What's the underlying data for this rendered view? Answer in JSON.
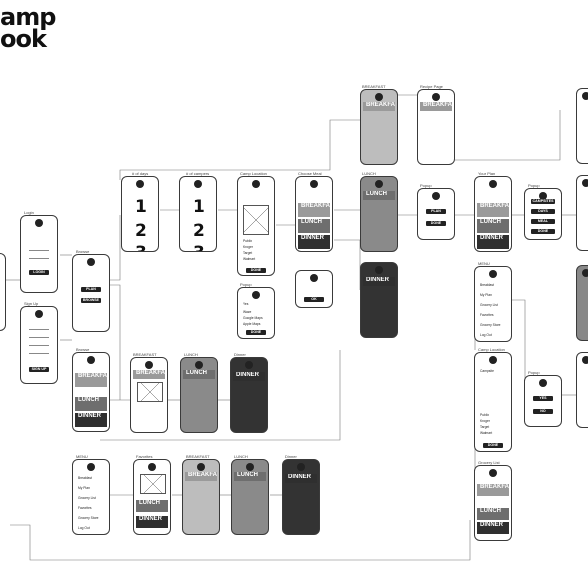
{
  "logo": {
    "line1": "amp",
    "line2": "ook"
  },
  "labels": {
    "login": "Login",
    "signup": "Sign Up",
    "browse": "Browse",
    "num_days": "# of days",
    "num_campers": "# of campers",
    "camp_location": "Camp Location",
    "choose_meal": "Choose Meal",
    "breakfast": "BREAKFAST",
    "recipe_page": "Recipe Page",
    "lunch": "LUNCH",
    "popup": "Popup",
    "your_plan": "Your Plan",
    "menu": "MENU",
    "dinner": "Dinner",
    "favorites": "Favorites",
    "grocery_list": "Grocery List"
  },
  "buttons": {
    "login": "LOGIN",
    "sign_up": "SIGN UP",
    "plan": "PLAN",
    "browse": "BROWSE",
    "done": "DONE",
    "ok": "OK",
    "campsites": "CAMPSITES",
    "days": "DAYS",
    "meal": "MEAL",
    "yes": "YES",
    "no": "NO"
  },
  "meals": {
    "breakfast": "BREAKFAST",
    "lunch": "LUNCH",
    "dinner": "DINNER"
  },
  "numbers": [
    "1",
    "2",
    "3"
  ],
  "menu_items": [
    "Breakfast",
    "My Plan",
    "Grocery List",
    "Favorites",
    "Grocery Store",
    "Log Out"
  ],
  "stores": [
    "Publix",
    "Kroger",
    "Target",
    "Walmart"
  ],
  "stores_popup": [
    "Waze",
    "Google Maps",
    "Apple Maps"
  ],
  "popup_text": {
    "campsite": "Campsite",
    "yes": "Yes"
  }
}
